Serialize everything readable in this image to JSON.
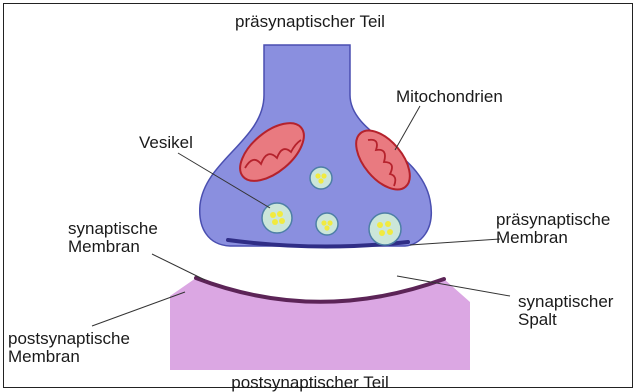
{
  "colors": {
    "presynaptic_fill": "#8a8fdf",
    "presynaptic_stroke": "#4a4fb0",
    "presynaptic_membrane": "#2f2d86",
    "postsynaptic_fill": "#dba7e3",
    "postsynaptic_membrane": "#5c2457",
    "mitochondria_fill": "#e97a80",
    "mitochondria_stroke": "#b5222c",
    "vesicle_fill": "#cbe6d9",
    "vesicle_stroke": "#4d7fa6",
    "vesicle_dot": "#f1ea3f",
    "label_line": "#333333"
  },
  "labels": {
    "presynaptic_part": "präsynaptischer Teil",
    "mitochondria": "Mitochondrien",
    "vesicles": "Vesikel",
    "synaptic_membrane_1": "synaptische",
    "synaptic_membrane_2": "Membran",
    "presynaptic_membrane_1": "präsynaptische",
    "presynaptic_membrane_2": "Membran",
    "synaptic_cleft_1": "synaptischer",
    "synaptic_cleft_2": "Spalt",
    "postsynaptic_membrane_1": "postsynaptische",
    "postsynaptic_membrane_2": "Membran",
    "postsynaptic_part": "postsynaptischer Teil"
  }
}
